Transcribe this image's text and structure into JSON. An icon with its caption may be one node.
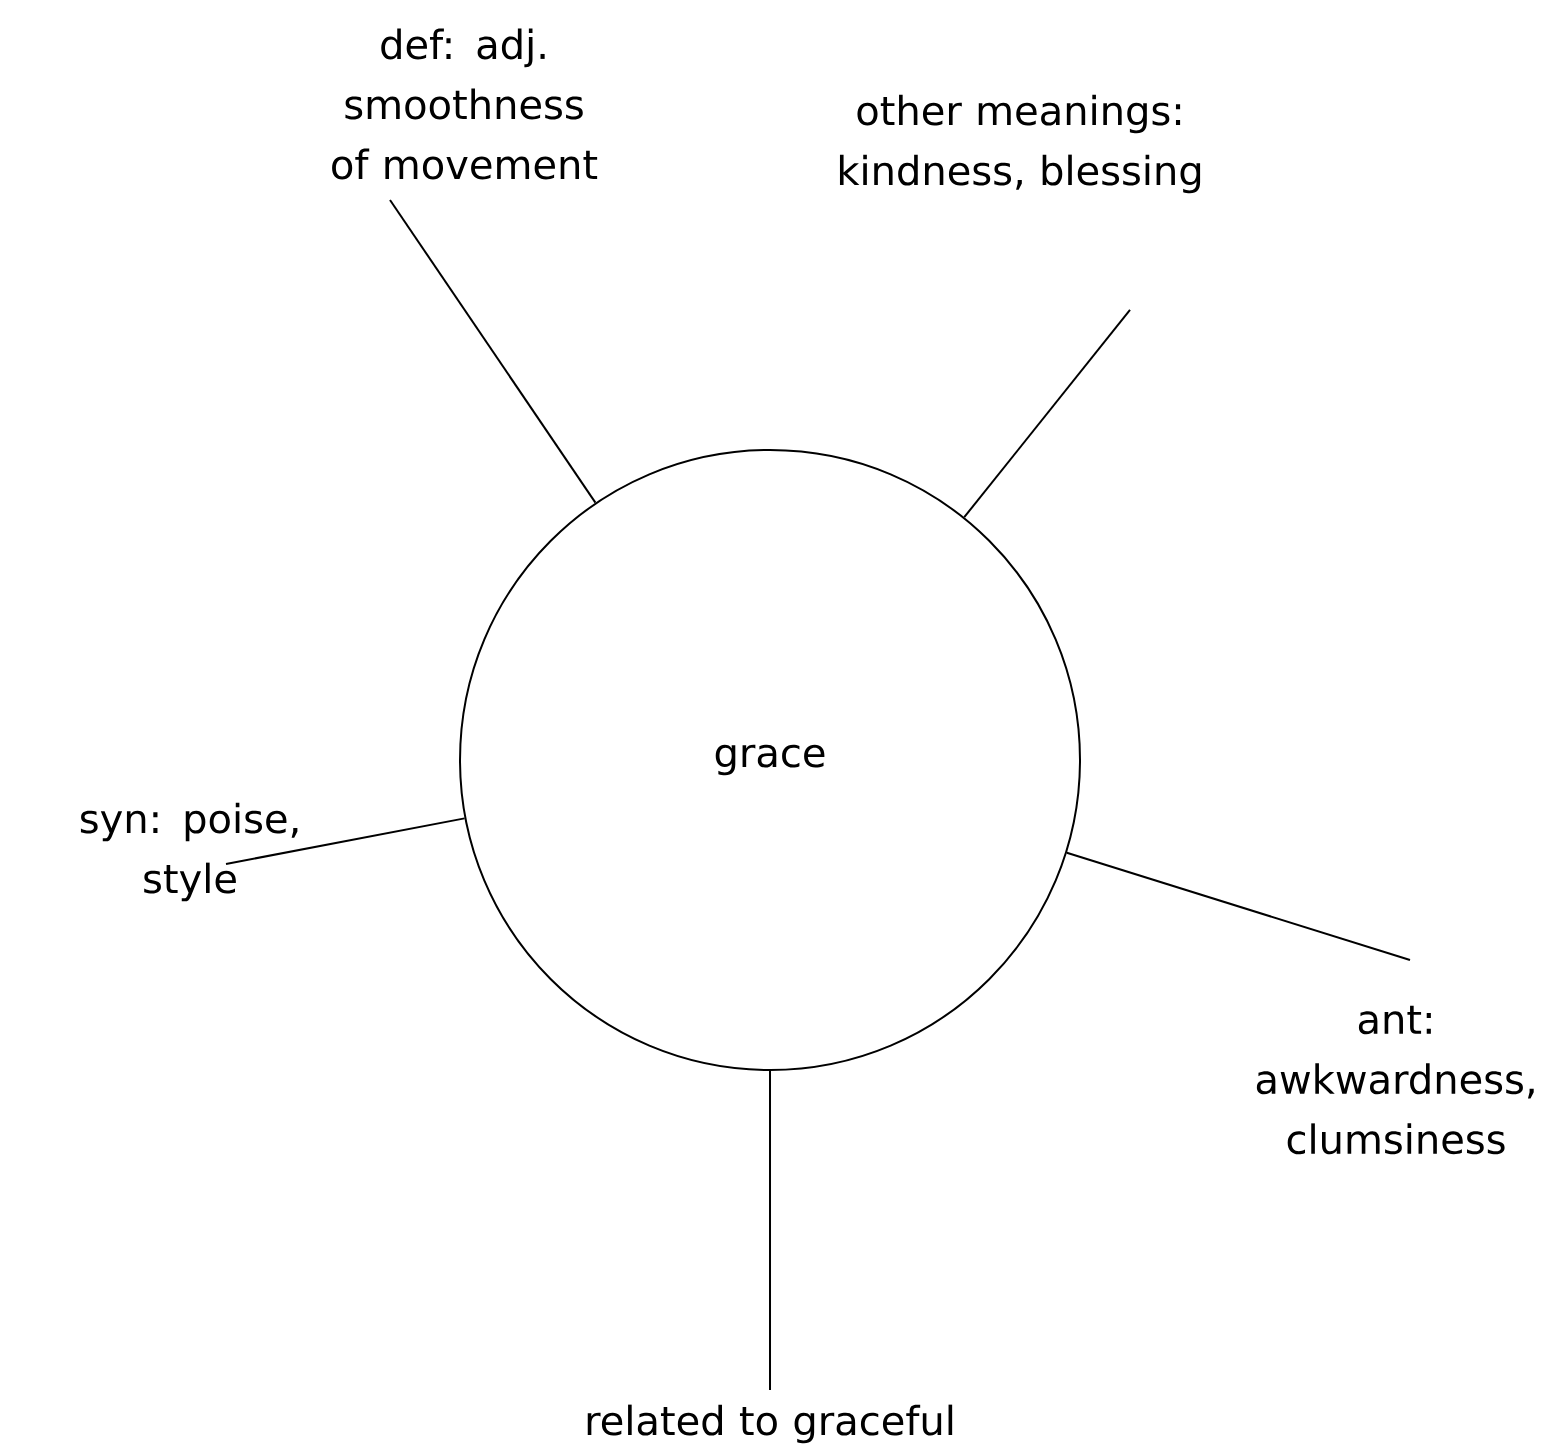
{
  "diagram": {
    "nodes": [
      {
        "text": [
          "grace"
        ]
      },
      {
        "text": [
          "def: adj. smoothness of movement"
        ]
      },
      {
        "text": [
          "other meanings: kindness, blessing"
        ]
      },
      {
        "text": [
          "syn: poise, style"
        ]
      },
      {
        "text": [
          "ant: awkwardness, clumsiness"
        ]
      },
      {
        "text": [
          "related to graceful"
        ]
      }
    ],
    "edges": [
      {
        "from": 0,
        "to": 1,
        "arrow": "none"
      },
      {
        "from": 0,
        "to": 2,
        "arrow": "none"
      },
      {
        "from": 0,
        "to": 3,
        "arrow": "none"
      },
      {
        "from": 0,
        "to": 4,
        "arrow": "none"
      },
      {
        "from": 0,
        "to": 5,
        "arrow": "none"
      }
    ]
  }
}
